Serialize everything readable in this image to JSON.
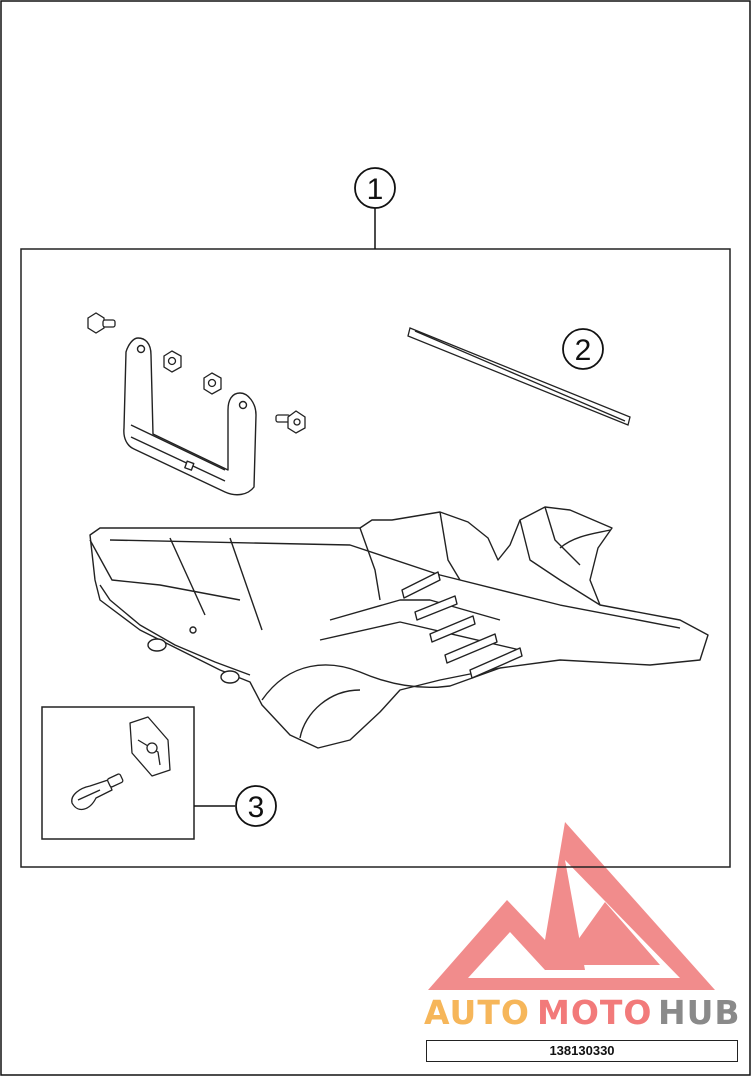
{
  "callouts": {
    "c1": "1",
    "c2": "2",
    "c3": "3"
  },
  "watermark": {
    "part1": "AUTO",
    "part2": "MOTO",
    "part3": "HUB",
    "logo_color": "#f27a7a",
    "auto_color": "#f6b65a",
    "moto_color": "#f27a7a",
    "hub_color": "#8a8a8a"
  },
  "footer": {
    "part_number": "138130330"
  }
}
